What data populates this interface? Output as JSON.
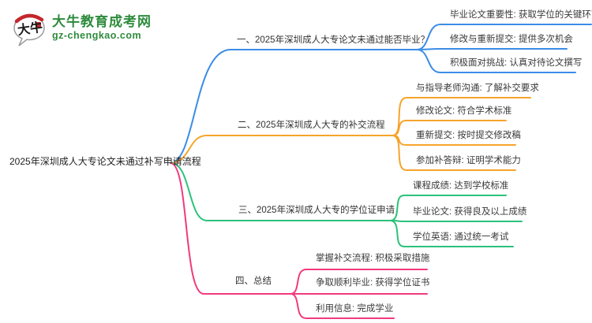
{
  "brand": {
    "site_name": "大牛教育成考网",
    "site_domain": "gz-chengkao.com",
    "brand_color": "#2e8b3d",
    "icon_text": "大牛",
    "icon_accent": "#c3272b"
  },
  "mindmap": {
    "root_label": "2025年深圳成人大专论文未通过补写申请流程",
    "branches": [
      {
        "label": "一、2025年深圳成人大专论文未通过能否毕业？",
        "color": "#3b8ce6",
        "children": [
          "毕业论文重要性: 获取学位的关键环节",
          "修改与重新提交: 提供多次机会",
          "积极面对挑战: 认真对待论文撰写"
        ]
      },
      {
        "label": "二、2025年深圳成人大专的补交流程",
        "color": "#f6a42c",
        "children": [
          "与指导老师沟通: 了解补交要求",
          "修改论文: 符合学术标准",
          "重新提交: 按时提交修改稿",
          "参加补答辩: 证明学术能力"
        ]
      },
      {
        "label": "三、2025年深圳成人大专的学位证申请",
        "color": "#2cc17a",
        "children": [
          "课程成绩: 达到学校标准",
          "毕业论文: 获得良及以上成绩",
          "学位英语: 通过统一考试"
        ]
      },
      {
        "label": "四、总结",
        "color": "#f23a7d",
        "children": [
          "掌握补交流程: 积极采取措施",
          "争取顺利毕业: 获得学位证书",
          "利用信息: 完成学业"
        ]
      }
    ]
  }
}
